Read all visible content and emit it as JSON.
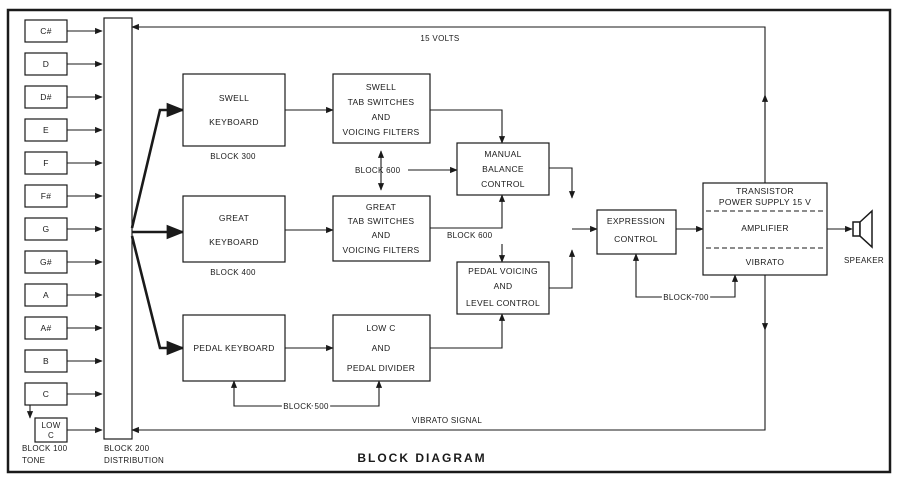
{
  "tone_keys": [
    "C#",
    "D",
    "D#",
    "E",
    "F",
    "F#",
    "G",
    "G#",
    "A",
    "A#",
    "B",
    "C"
  ],
  "low_c": [
    "LOW",
    "C"
  ],
  "labels": {
    "block100": "BLOCK 100",
    "tone": "TONE",
    "block200": "BLOCK 200",
    "distribution": "DISTRIBUTION",
    "volts": "15 VOLTS",
    "vibrato_signal": "VIBRATO SIGNAL",
    "block300": "BLOCK 300",
    "block400": "BLOCK 400",
    "block500": "BLOCK 500",
    "block600_a": "BLOCK 600",
    "block600_b": "BLOCK 600",
    "block700": "BLOCK 700",
    "speaker": "SPEAKER",
    "title": "BLOCK DIAGRAM"
  },
  "blocks": {
    "swell_keyboard": [
      "SWELL",
      "KEYBOARD"
    ],
    "great_keyboard": [
      "GREAT",
      "KEYBOARD"
    ],
    "pedal_keyboard": [
      "PEDAL KEYBOARD"
    ],
    "swell_tabs": [
      "SWELL",
      "TAB SWITCHES",
      "AND",
      "VOICING FILTERS"
    ],
    "great_tabs": [
      "GREAT",
      "TAB SWITCHES",
      "AND",
      "VOICING FILTERS"
    ],
    "low_c_divider": [
      "LOW C",
      "AND",
      "PEDAL DIVIDER"
    ],
    "manual_balance": [
      "MANUAL",
      "BALANCE",
      "CONTROL"
    ],
    "pedal_voicing": [
      "PEDAL VOICING",
      "AND",
      "LEVEL CONTROL"
    ],
    "expression": [
      "EXPRESSION",
      "CONTROL"
    ],
    "power_supply": [
      "TRANSISTOR",
      "POWER SUPPLY 15 V"
    ],
    "amplifier": [
      "AMPLIFIER"
    ],
    "vibrato": [
      "VIBRATO"
    ]
  }
}
